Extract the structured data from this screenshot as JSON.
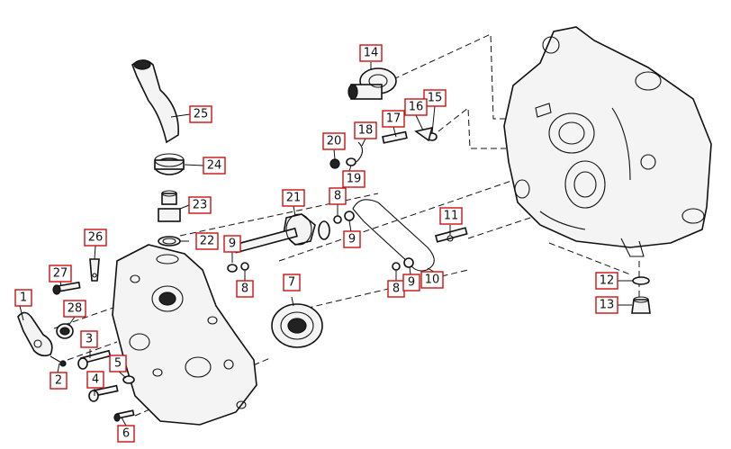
{
  "colors": {
    "callout_border": "#cc1111",
    "line": "#111111",
    "background": "#ffffff"
  },
  "callouts": {
    "c1": "1",
    "c2": "2",
    "c3": "3",
    "c4": "4",
    "c5": "5",
    "c6": "6",
    "c7": "7",
    "c8a": "8",
    "c8b": "8",
    "c8c": "8",
    "c9a": "9",
    "c9b": "9",
    "c9c": "9",
    "c10": "10",
    "c11": "11",
    "c12": "12",
    "c13": "13",
    "c14": "14",
    "c15": "15",
    "c16": "16",
    "c17": "17",
    "c18": "18",
    "c19": "19",
    "c20": "20",
    "c21": "21",
    "c22": "22",
    "c23": "23",
    "c24": "24",
    "c25": "25",
    "c26": "26",
    "c27": "27",
    "c28": "28"
  }
}
